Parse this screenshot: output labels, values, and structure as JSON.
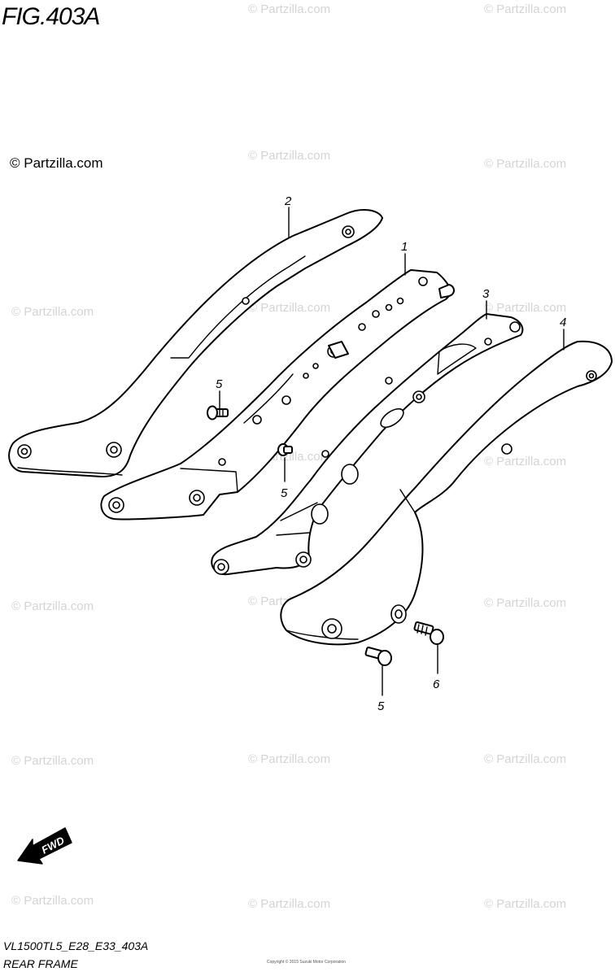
{
  "figure": {
    "title": "FIG.403A"
  },
  "copyright": {
    "text": "© Partzilla.com"
  },
  "watermark": {
    "text": "© Partzilla.com"
  },
  "callouts": [
    {
      "id": "1",
      "label": "1"
    },
    {
      "id": "2",
      "label": "2"
    },
    {
      "id": "3",
      "label": "3"
    },
    {
      "id": "4",
      "label": "4"
    },
    {
      "id": "5a",
      "label": "5"
    },
    {
      "id": "5b",
      "label": "5"
    },
    {
      "id": "5c",
      "label": "5"
    },
    {
      "id": "6",
      "label": "6"
    }
  ],
  "fwd_badge": {
    "label": "FWD"
  },
  "footer": {
    "code": "VL1500TL5_E28_E33_403A",
    "caption": "REAR FRAME",
    "fineprint": "Copyright © 2015 Suzuki Motor Corporation"
  },
  "colors": {
    "line": "#000000",
    "watermark": "#d4d4d4",
    "background": "#ffffff"
  }
}
